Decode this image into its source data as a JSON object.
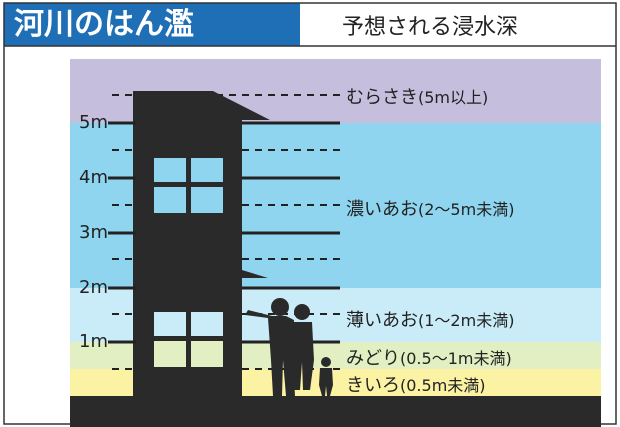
{
  "header": {
    "title": "河川のはん濫",
    "subtitle": "予想される浸水深"
  },
  "y_axis": {
    "ticks": [
      "5m",
      "4m",
      "3m",
      "2m",
      "1m"
    ]
  },
  "zones": [
    {
      "name": "むらさき",
      "range": "(5m以上)",
      "color": "#c6bedd"
    },
    {
      "name": "濃いあお",
      "range": "(2～5m未満)",
      "color": "#8fd5ef"
    },
    {
      "name": "薄いあお",
      "range": "(1～2m未満)",
      "color": "#c9ecf8"
    },
    {
      "name": "みどり",
      "range": "(0.5～1m未満)",
      "color": "#e2efc2"
    },
    {
      "name": "きいろ",
      "range": "(0.5m未満)",
      "color": "#fbf3a3"
    }
  ],
  "colors": {
    "header_bg": "#1f6fb6",
    "silhouette": "#2a2a2a",
    "ground": "#2a2a2a"
  }
}
